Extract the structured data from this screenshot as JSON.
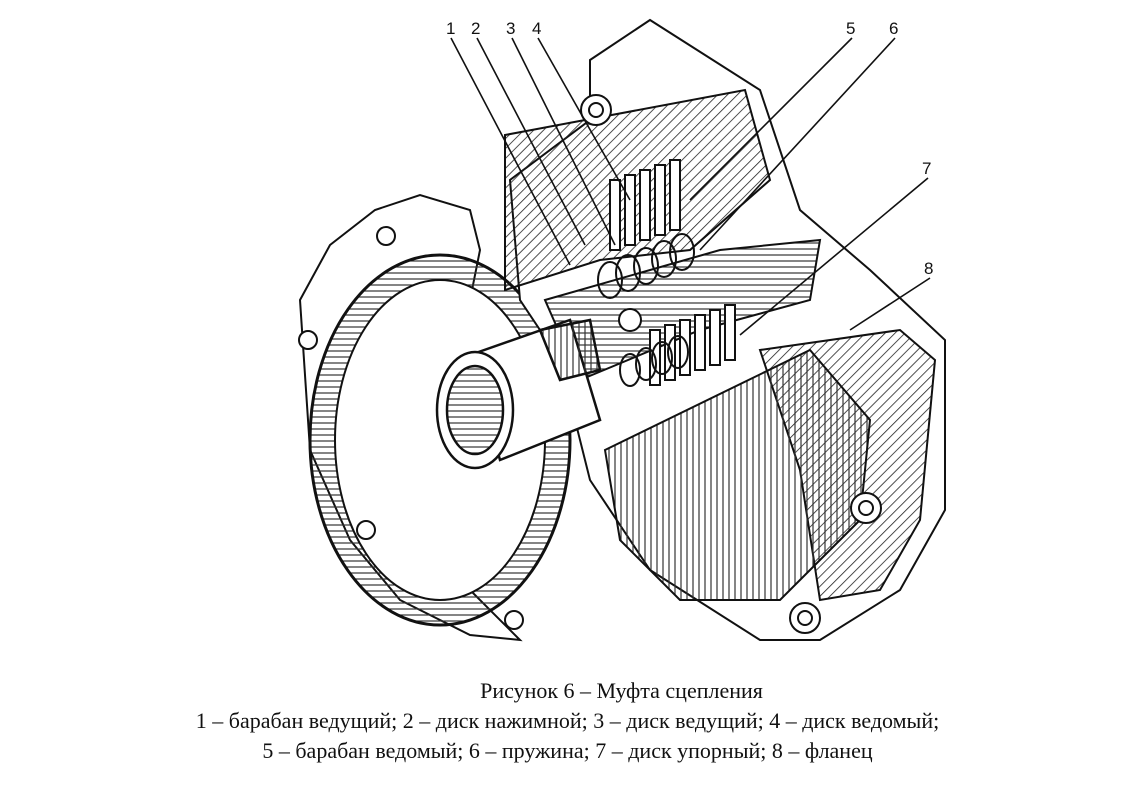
{
  "figure": {
    "callouts": [
      "1",
      "2",
      "3",
      "4",
      "5",
      "6",
      "7",
      "8"
    ],
    "caption_title": "Рисунок 6 – Муфта сцепления",
    "legend_line_1": "1 – барабан ведущий; 2 – диск нажимной; 3 – диск ведущий; 4 – диск ведомый;",
    "legend_line_2": "5 – барабан ведомый; 6 – пружина; 7 – диск упорный; 8 – фланец"
  }
}
